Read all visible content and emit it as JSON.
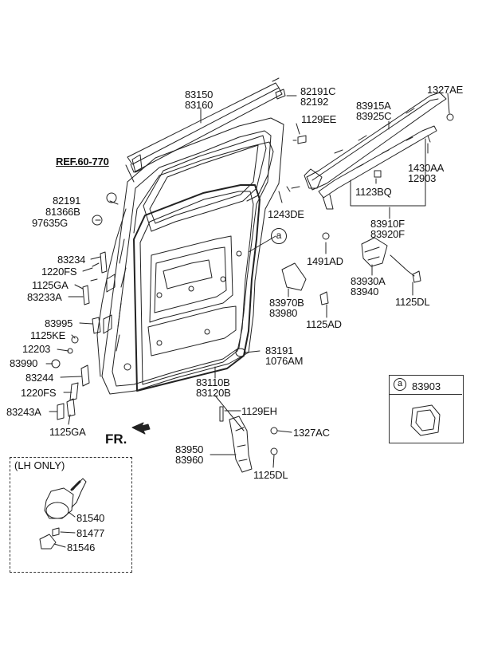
{
  "labels": {
    "p83150": "83150",
    "p83160": "83160",
    "p82191C": "82191C",
    "p82192": "82192",
    "p1327AE": "1327AE",
    "p83915A": "83915A",
    "p83925C": "83925C",
    "p1129EE": "1129EE",
    "ref": "REF.60-770",
    "p82191": "82191",
    "p81366B": "81366B",
    "p97635G": "97635G",
    "p1430AA": "1430AA",
    "p12903": "12903",
    "p1123BQ": "1123BQ",
    "p1243DE": "1243DE",
    "p83910F": "83910F",
    "p83920F": "83920F",
    "p83234": "83234",
    "p1220FS_a": "1220FS",
    "p1125GA_a": "1125GA",
    "p83233A": "83233A",
    "p1491AD": "1491AD",
    "p83930A": "83930A",
    "p83940": "83940",
    "p83970B": "83970B",
    "p83980": "83980",
    "p1125DL_a": "1125DL",
    "p1125AD": "1125AD",
    "p83995": "83995",
    "p1125KE": "1125KE",
    "p12203": "12203",
    "p83990": "83990",
    "p83191": "83191",
    "p1076AM": "1076AM",
    "p83244": "83244",
    "p1220FS_b": "1220FS",
    "p83110B": "83110B",
    "p83120B": "83120B",
    "p83243A": "83243A",
    "p1125GA_b": "1125GA",
    "p1129EH": "1129EH",
    "p1327AC": "1327AC",
    "p83950": "83950",
    "p83960": "83960",
    "p1125DL_b": "1125DL",
    "fr": "FR.",
    "lh_only": "(LH ONLY)",
    "p81540": "81540",
    "p81477": "81477",
    "p81546": "81546"
  },
  "callout": {
    "letter": "a"
  },
  "legend": {
    "letter": "a",
    "code": "83903"
  }
}
